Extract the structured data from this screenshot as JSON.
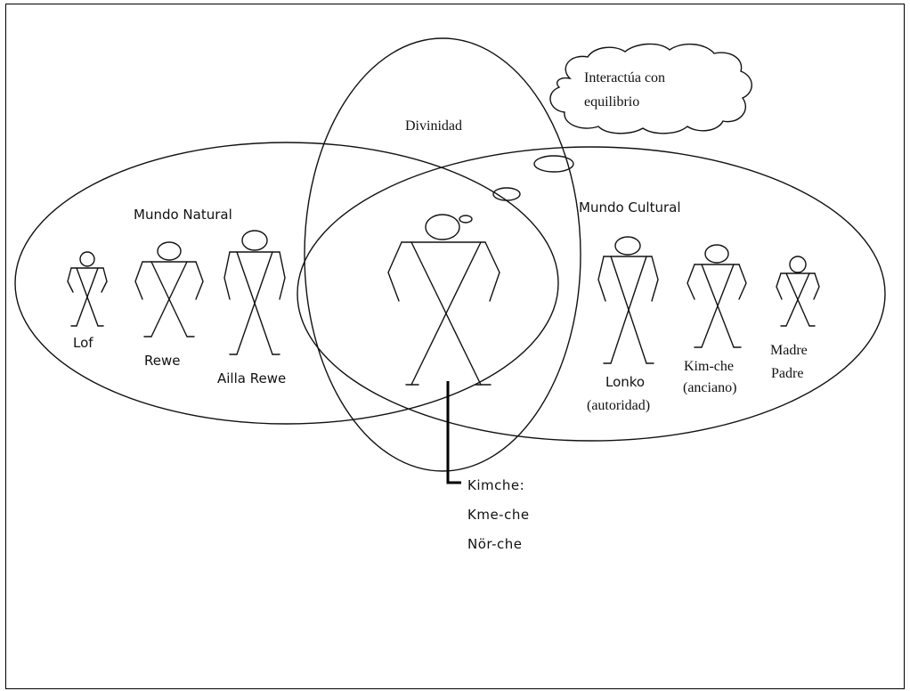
{
  "labels": {
    "divinidad": "Divinidad",
    "mundo_natural": "Mundo Natural",
    "mundo_cultural": "Mundo Cultural",
    "thought_line1": "Interactúa con",
    "thought_line2": "equilibrio",
    "lof": "Lof",
    "rewe": "Rewe",
    "ailla_rewe": "Ailla Rewe",
    "lonko": "Lonko",
    "lonko_sub": "(autoridad)",
    "kimche_figure": "Kim-che",
    "kimche_sub": "(anciano)",
    "madre": "Madre",
    "padre": "Padre",
    "kimche_title": "Kimche:",
    "kme_che": "Kme-che",
    "nor_che": "Nör-che"
  }
}
